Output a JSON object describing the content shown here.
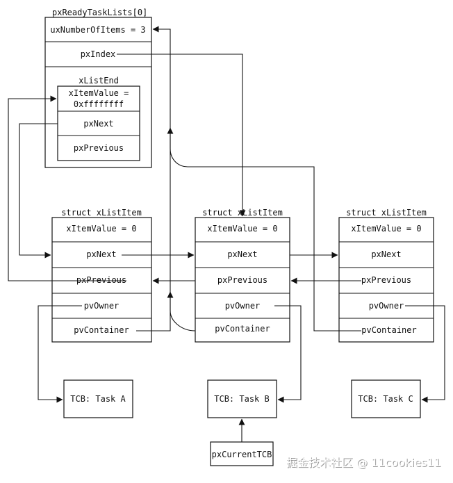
{
  "list_head": {
    "title": "pxReadyTaskLists[0]",
    "number_of_items": "uxNumberOfItems = 3",
    "index": "pxIndex",
    "list_end": {
      "title": "xListEnd",
      "item_value_line1": "xItemValue =",
      "item_value_line2": "0xffffffff",
      "next": "pxNext",
      "previous": "pxPrevious"
    }
  },
  "list_items": [
    {
      "title": "struct xListItem",
      "item_value": "xItemValue = 0",
      "next": "pxNext",
      "previous": "pxPrevious",
      "owner": "pvOwner",
      "container": "pvContainer"
    },
    {
      "title": "struct xListItem",
      "item_value": "xItemValue = 0",
      "next": "pxNext",
      "previous": "pxPrevious",
      "owner": "pvOwner",
      "container": "pvContainer"
    },
    {
      "title": "struct xListItem",
      "item_value": "xItemValue = 0",
      "next": "pxNext",
      "previous": "pxPrevious",
      "owner": "pvOwner",
      "container": "pvContainer"
    }
  ],
  "tcbs": [
    "TCB: Task A",
    "TCB: Task B",
    "TCB: Task C"
  ],
  "current_tcb": "pxCurrentTCB",
  "watermark": "掘金技术社区 @ 11cookies11"
}
